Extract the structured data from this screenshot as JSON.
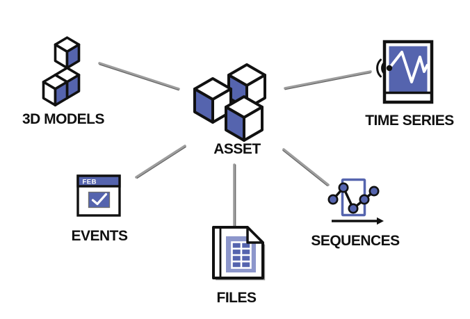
{
  "diagram": {
    "center_node": {
      "id": "asset",
      "label": "ASSET",
      "icon": "asset-cubes-icon"
    },
    "nodes": [
      {
        "id": "3d-models",
        "label": "3D MODELS",
        "icon": "stacked-cubes-icon",
        "position": "top-left"
      },
      {
        "id": "time-series",
        "label": "TIME SERIES",
        "icon": "waveform-tablet-icon",
        "position": "top-right"
      },
      {
        "id": "events",
        "label": "EVENTS",
        "icon": "calendar-check-icon",
        "position": "left",
        "calendar_text": "FEB"
      },
      {
        "id": "files",
        "label": "FILES",
        "icon": "document-spreadsheet-icon",
        "position": "bottom"
      },
      {
        "id": "sequences",
        "label": "SEQUENCES",
        "icon": "scatter-line-arrow-icon",
        "position": "right"
      }
    ],
    "connectors": [
      {
        "from": "asset",
        "to": "3d-models"
      },
      {
        "from": "asset",
        "to": "time-series"
      },
      {
        "from": "asset",
        "to": "events"
      },
      {
        "from": "asset",
        "to": "files"
      },
      {
        "from": "asset",
        "to": "sequences"
      }
    ],
    "colors": {
      "accent_blue": "#5564AE",
      "light_blue": "#8C96CB",
      "connector_gray": "#9D9D9D",
      "connector_edge": "#5E5E5E",
      "outline": "#111111",
      "label_text": "#101010",
      "background": "#FFFFFF"
    }
  }
}
